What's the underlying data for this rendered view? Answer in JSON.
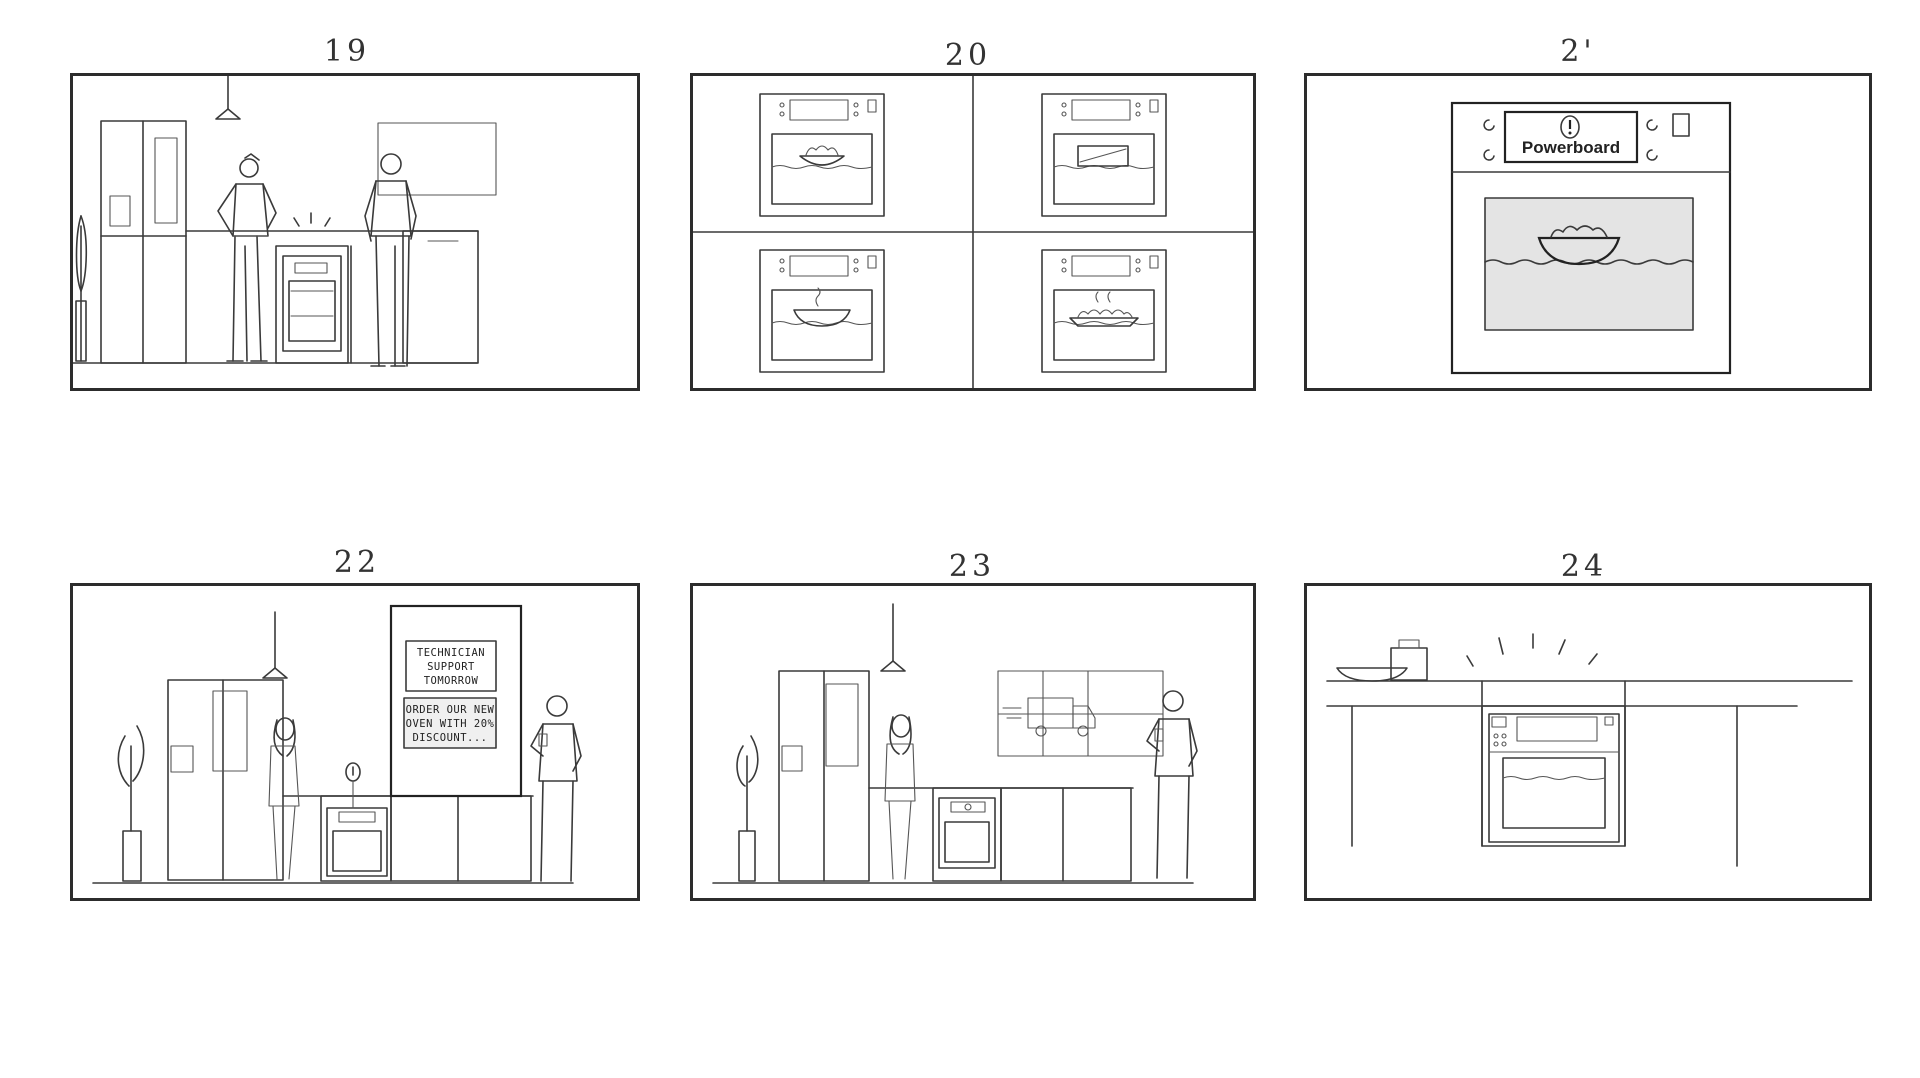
{
  "storyboard": {
    "panels": [
      {
        "number": "19"
      },
      {
        "number": "20"
      },
      {
        "number": "2'"
      },
      {
        "number": "22"
      },
      {
        "number": "23"
      },
      {
        "number": "24"
      }
    ],
    "panel21": {
      "display_label": "Powerboard"
    },
    "panel22": {
      "note_1": [
        "TECHNICIAN",
        "SUPPORT",
        "TOMORROW"
      ],
      "note_2": [
        "ORDER OUR NEW",
        "OVEN WITH 20%",
        "DISCOUNT..."
      ]
    }
  }
}
